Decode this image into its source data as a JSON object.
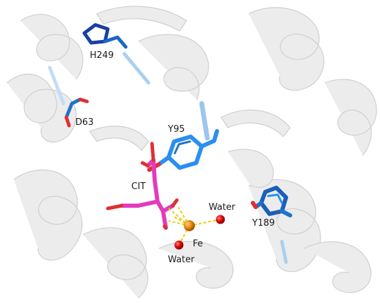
{
  "figure": {
    "labels": {
      "h249": "H249",
      "d63": "D63",
      "y95": "Y95",
      "cit": "CIT",
      "water_right": "Water",
      "y189": "Y189",
      "fe": "Fe",
      "water_bottom": "Water"
    },
    "colors": {
      "background": "#ffffff",
      "ribbon": "#e6e6e6",
      "ribbon_edge": "#c9c9c9",
      "residue_carbon": "#1f73c8",
      "residue_dark": "#1a3fa3",
      "residue_light": "#2a8ff0",
      "citrate_carbon": "#e23bbd",
      "oxygen": "#e03030",
      "water": "#e00000",
      "iron": "#e8870a",
      "coordination_bond": "#e8d21a"
    }
  }
}
